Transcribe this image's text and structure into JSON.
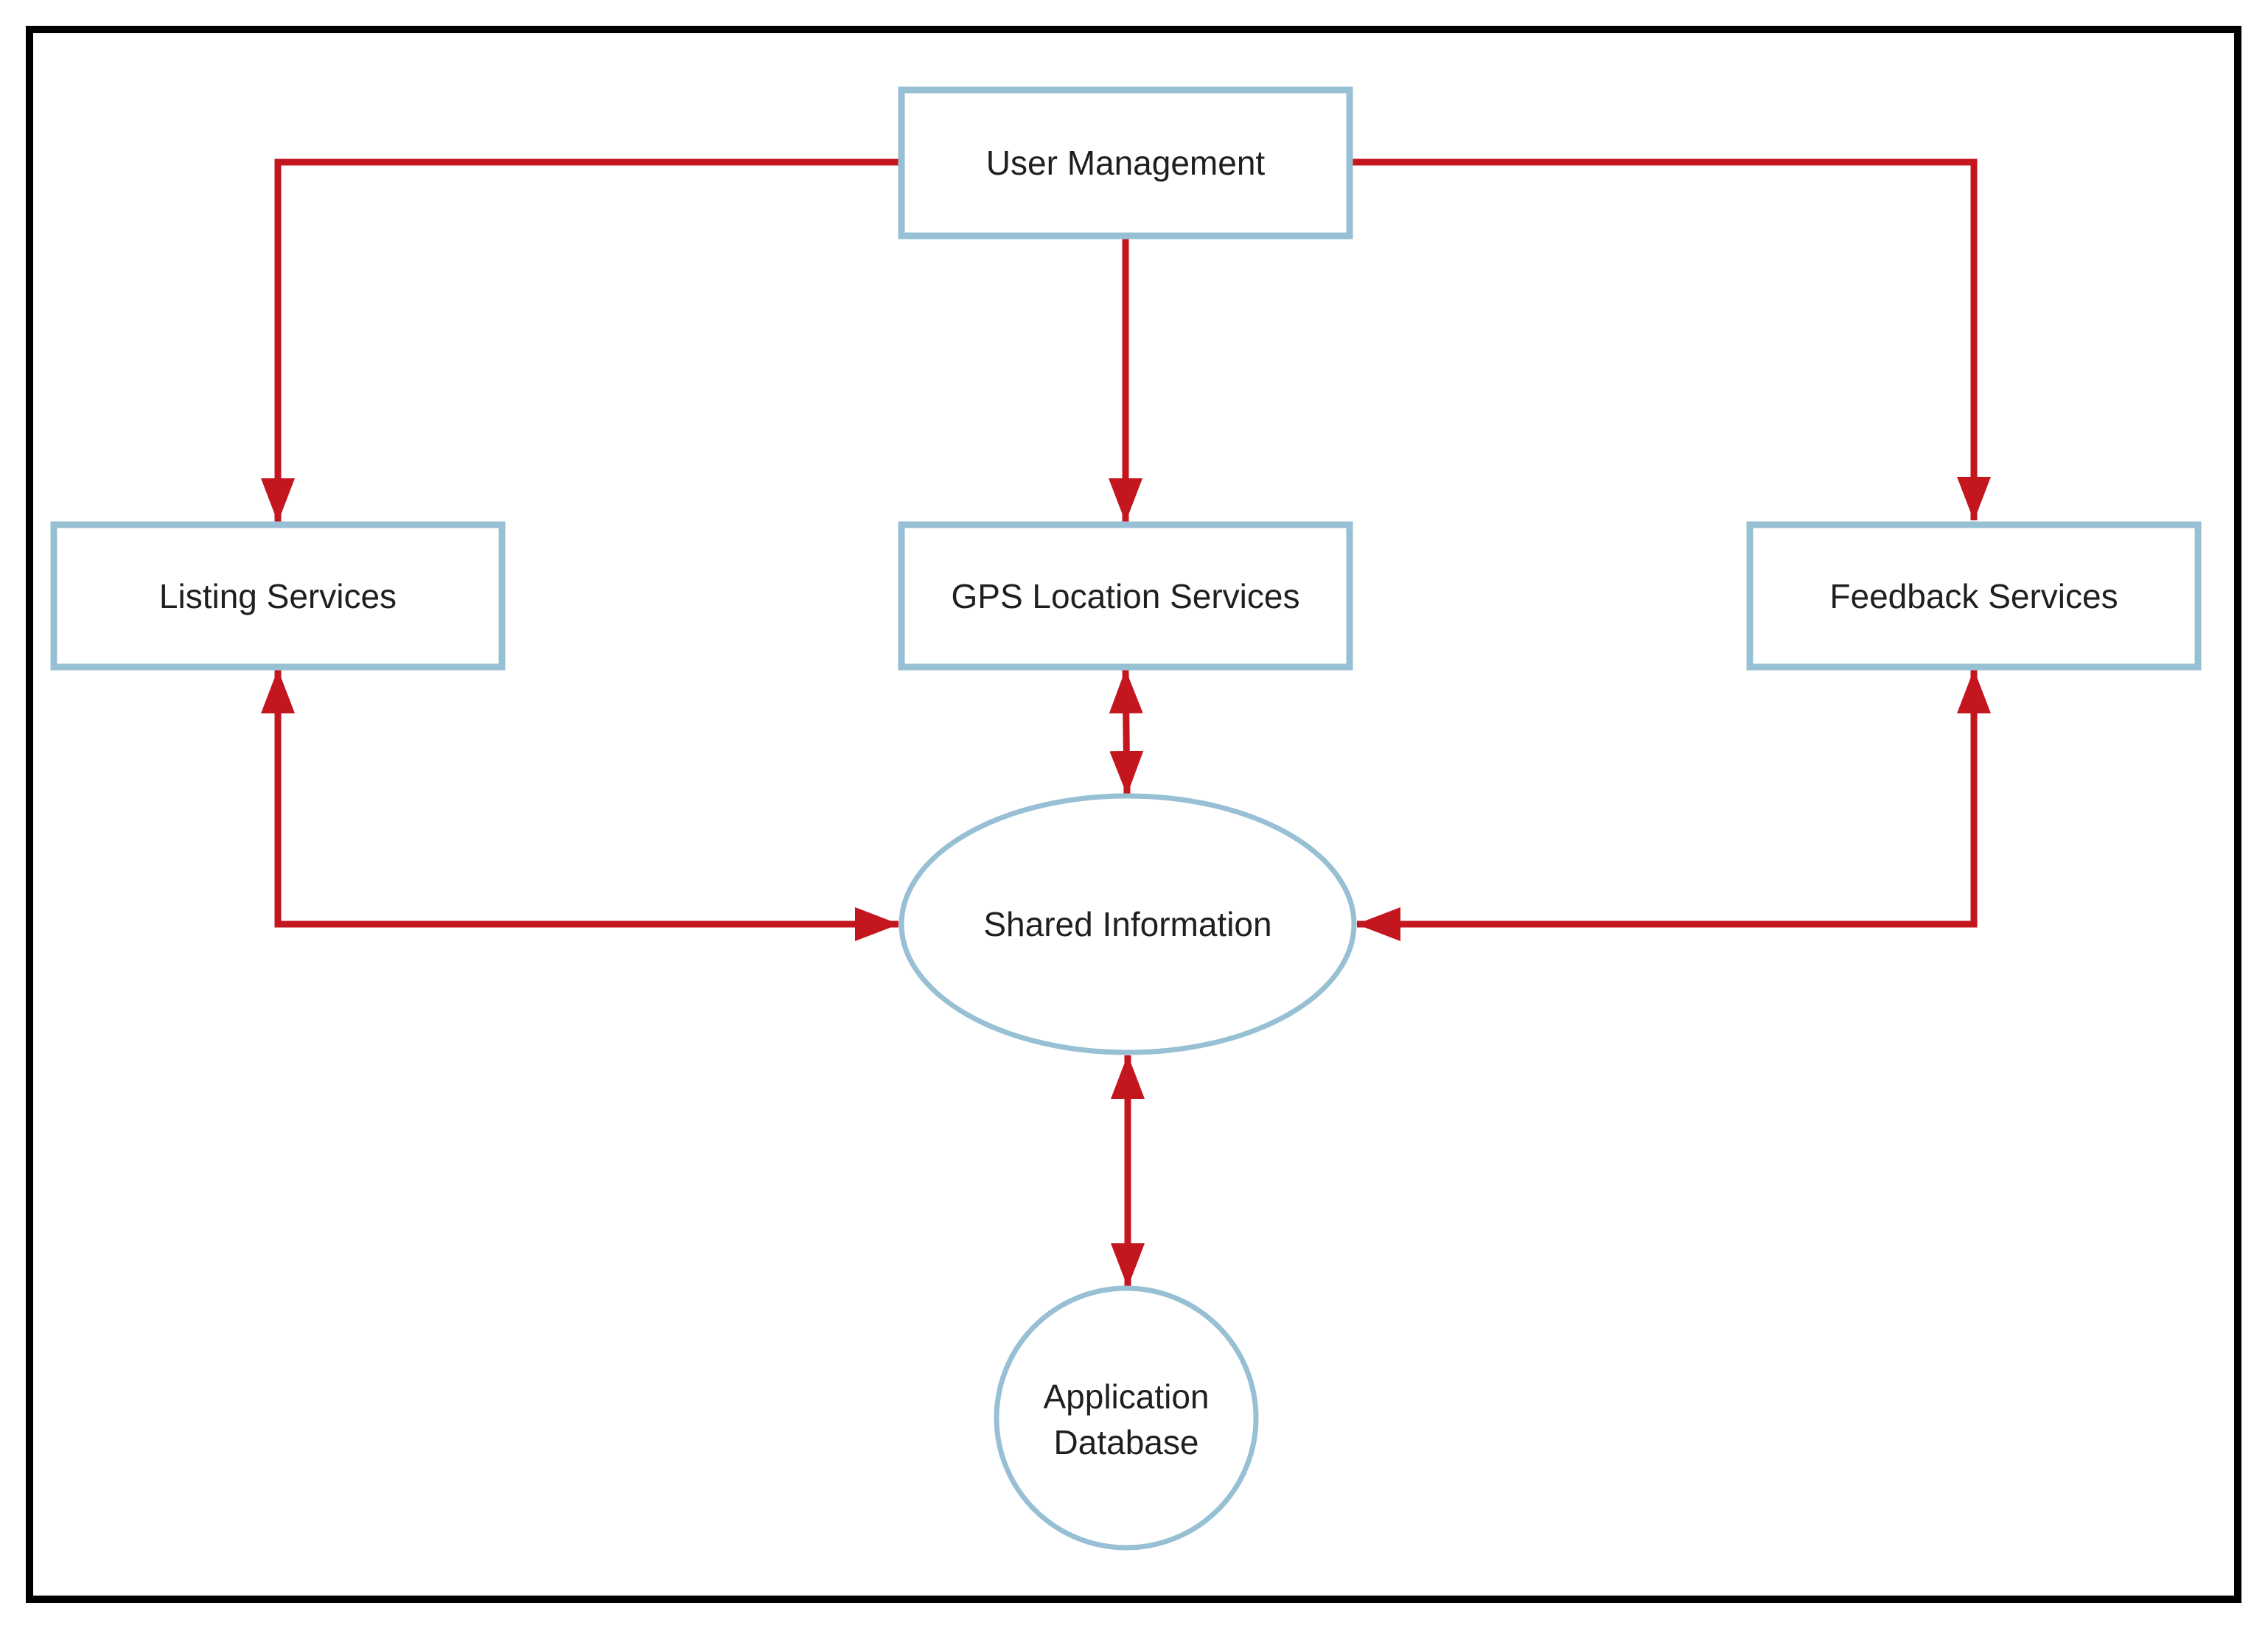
{
  "diagram": {
    "nodes": {
      "user_management": {
        "label": "User Management",
        "shape": "rectangle"
      },
      "listing_services": {
        "label": "Listing Services",
        "shape": "rectangle"
      },
      "gps_location_services": {
        "label": "GPS Location Services",
        "shape": "rectangle"
      },
      "feedback_services": {
        "label": "Feedback Services",
        "shape": "rectangle"
      },
      "shared_information": {
        "label": "Shared Information",
        "shape": "ellipse"
      },
      "application_database": {
        "label_line1": "Application",
        "label_line2": "Database",
        "shape": "circle"
      }
    },
    "edges": [
      {
        "from": "user_management",
        "to": "listing_services",
        "direction": "one-way"
      },
      {
        "from": "user_management",
        "to": "gps_location_services",
        "direction": "one-way"
      },
      {
        "from": "user_management",
        "to": "feedback_services",
        "direction": "one-way"
      },
      {
        "from": "listing_services",
        "to": "shared_information",
        "direction": "two-way"
      },
      {
        "from": "gps_location_services",
        "to": "shared_information",
        "direction": "two-way"
      },
      {
        "from": "feedback_services",
        "to": "shared_information",
        "direction": "two-way"
      },
      {
        "from": "shared_information",
        "to": "application_database",
        "direction": "two-way"
      }
    ],
    "colors": {
      "node_border": "#97C0D4",
      "connector": "#C4161F",
      "text": "#1F1F1F",
      "frame": "#000000",
      "background": "#FFFFFF"
    }
  }
}
